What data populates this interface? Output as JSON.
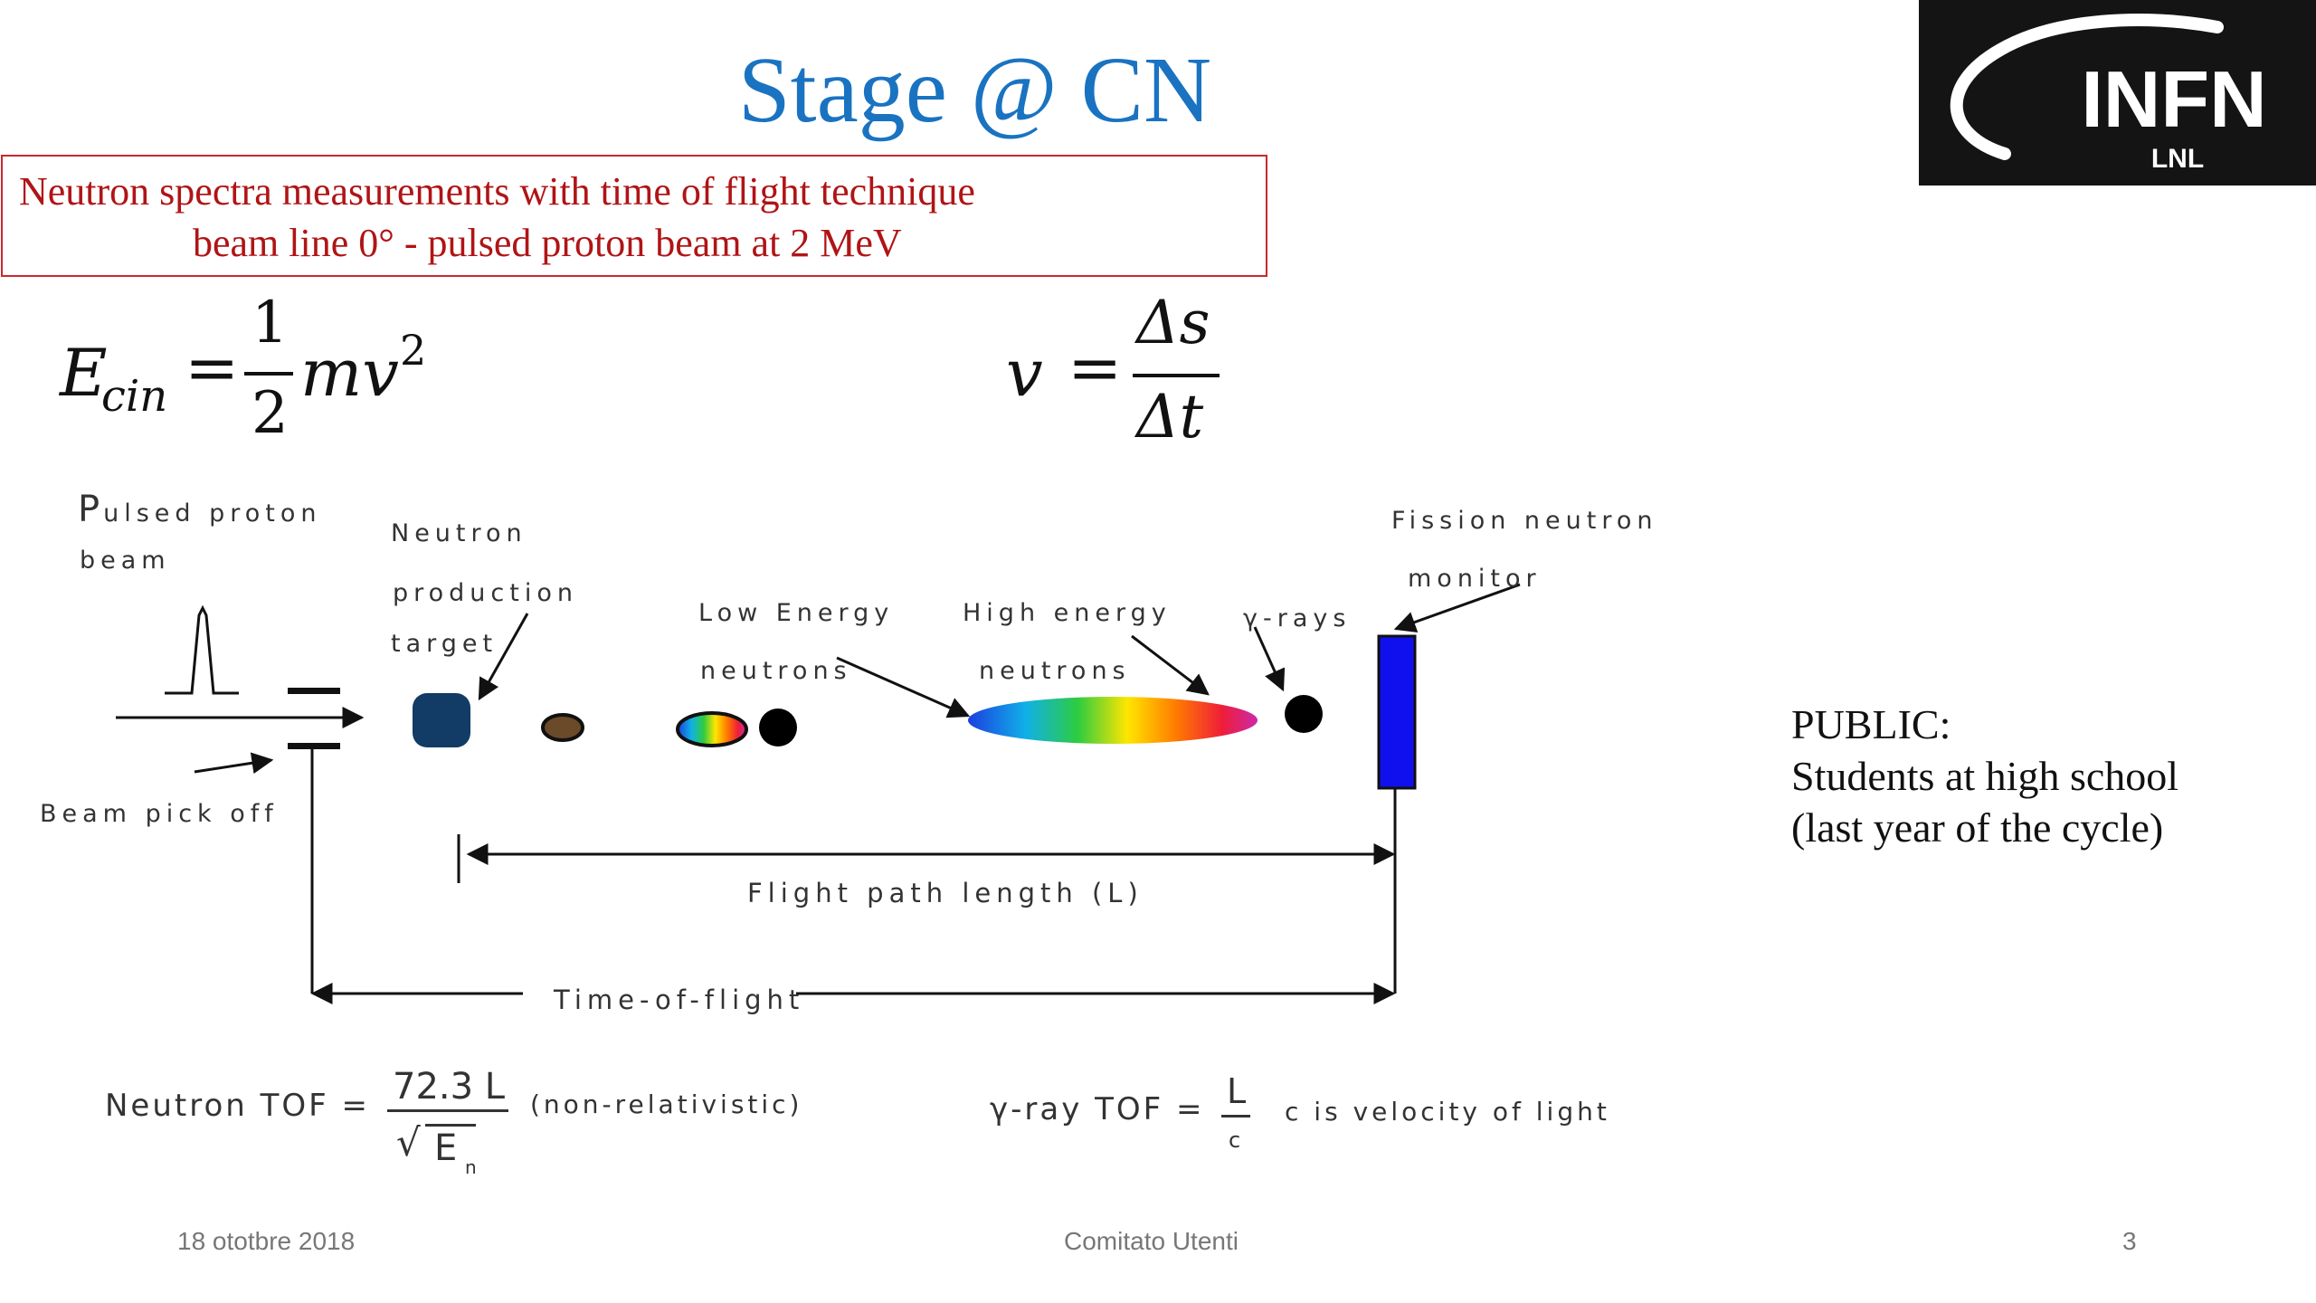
{
  "slide": {
    "title": "Stage @ CN",
    "logo": {
      "text": "INFN",
      "subtext": "LNL"
    },
    "box": {
      "line1": "Neutron spectra measurements with time of flight technique",
      "line2": "beam line 0° - pulsed proton beam at 2 MeV"
    },
    "equations": {
      "kinetic": {
        "lhs": "E",
        "sub": "cin",
        "num": "1",
        "den": "2",
        "rhs": "mv",
        "sup": "2"
      },
      "velocity": {
        "lhs": "v",
        "num": "Δs",
        "den": "Δt"
      }
    },
    "diagram": {
      "pulsed1": "Pulsed proton",
      "pulsed2": "beam",
      "neutron1": "Neutron",
      "neutron2": "production",
      "neutron3": "target",
      "low1": "Low Energy",
      "low2": "neutrons",
      "high1": "High energy",
      "high2": "neutrons",
      "gamma": "γ-rays",
      "fission1": "Fission neutron",
      "fission2": "monitor",
      "pickoff": "Beam pick off",
      "flight": "Flight path length (L)",
      "tof": "Time-of-flight",
      "ntof": "Neutron TOF =",
      "ntof_num": "72.3 L",
      "ntof_den": "E",
      "ntof_den_sub": "n",
      "nonrel": "(non-relativistic)",
      "gtof": "γ-ray TOF =",
      "gtof_num": "L",
      "gtof_den": "c",
      "cvel": "c  is velocity of light"
    },
    "public": {
      "line1": "PUBLIC:",
      "line2": "Students at high school",
      "line3": "(last year of the cycle)"
    },
    "footer": {
      "date": "18 ototbre 2018",
      "center": "Comitato Utenti",
      "page": "3"
    },
    "colors": {
      "title": "#1a73c1",
      "box_border": "#c8282d",
      "box_text": "#b01416",
      "monitor": "#1010ee",
      "target": "#123b66"
    }
  }
}
